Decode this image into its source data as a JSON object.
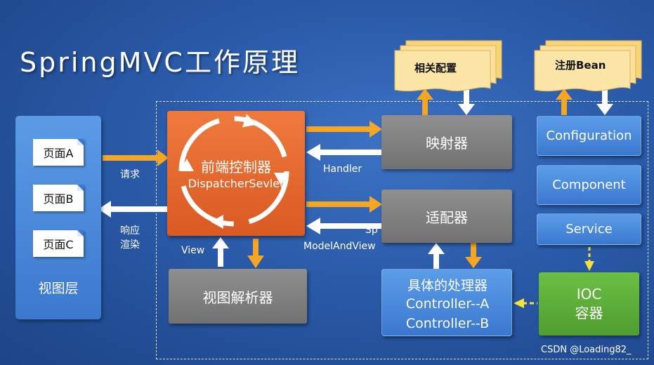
{
  "title": "SpringMVC工作原理",
  "view_layer": {
    "pages": [
      "页面A",
      "页面B",
      "页面C"
    ],
    "label": "视图层"
  },
  "flow_labels": {
    "request": "请求",
    "response_line1": "响应",
    "response_line2": "渲染",
    "handler": "Handler",
    "model_and_view": "ModelAndView",
    "model_and_view_fragment": "Sp",
    "view": "View"
  },
  "front_controller": {
    "line1": "前端控制器",
    "line2": "DispatcherSevlet"
  },
  "mapper": {
    "label": "映射器"
  },
  "adapter": {
    "label": "适配器"
  },
  "view_resolver": {
    "label": "视图解析器"
  },
  "handler_box": {
    "line1": "具体的处理器",
    "line2": "Controller--A",
    "line3": "Controller--B"
  },
  "config_scroll": {
    "label": "相关配置"
  },
  "register_scroll": {
    "label": "注册Bean"
  },
  "spring_boxes": [
    "Configuration",
    "Component",
    "Service"
  ],
  "ioc": {
    "line1": "IOC",
    "line2": "容器"
  },
  "watermark": "CSDN @Loading82_",
  "colors": {
    "background": "#2a5aa8",
    "front_controller": "#e2632a",
    "gray_box": "#808080",
    "blue_box": "#4a8ade",
    "green_box": "#5aa838",
    "arrow_orange": "#f5a623",
    "arrow_white": "#ffffff",
    "arrow_yellow_dashed": "#f7e23a",
    "scroll_fill": "#f9d57a"
  }
}
